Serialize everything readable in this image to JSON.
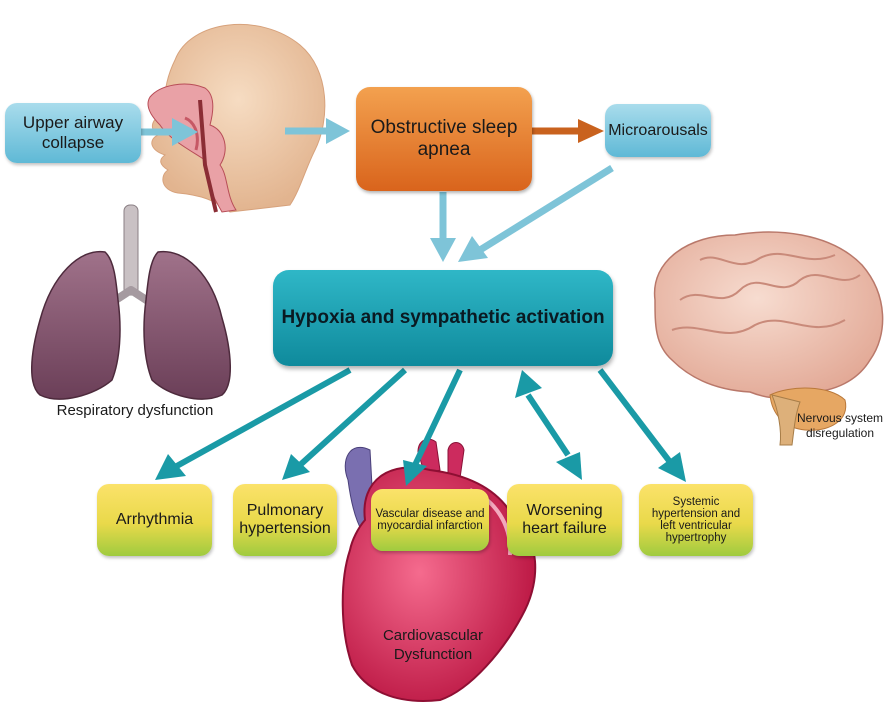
{
  "nodes": {
    "upper_airway": "Upper airway collapse",
    "osa": "Obstructive sleep apnea",
    "microarousals": "Microarousals",
    "hypoxia": "Hypoxia and sympathetic activation",
    "arrhythmia": "Arrhythmia",
    "pulmonary": "Pulmonary hypertension",
    "vascular": "Vascular disease and myocardial infarction",
    "heart_failure": "Worsening heart failure",
    "systemic": "Systemic hypertension and left ventricular hypertrophy"
  },
  "labels": {
    "respiratory": "Respiratory dysfunction",
    "nervous": "Nervous system disregulation",
    "cardiovascular": "Cardiovascular Dysfunction"
  },
  "colors": {
    "arrow_light": "#7ec4d8",
    "arrow_dark": "#1a9aa6",
    "arrow_orange": "#c9621e"
  },
  "icons": [
    "head-profile-illustration",
    "lungs-illustration",
    "brain-illustration",
    "heart-illustration"
  ]
}
